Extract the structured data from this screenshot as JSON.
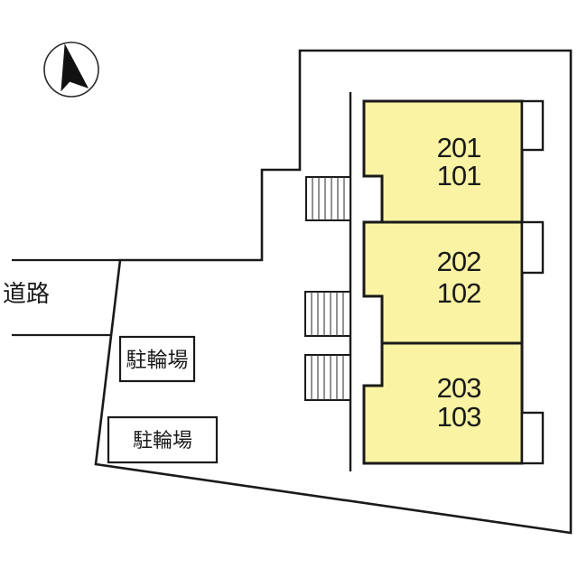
{
  "plan": {
    "kind_label": "site-plan",
    "colors": {
      "unit_fill": "#FAF3A3",
      "outline": "#1A1A1A",
      "background": "#FFFFFF"
    },
    "compass": {
      "icon": "north-arrow"
    },
    "road": {
      "label": "道路"
    },
    "bike_parking": {
      "box1_label": "駐輪場",
      "box2_label": "駐輪場"
    },
    "units": [
      {
        "upper": "201",
        "lower": "101"
      },
      {
        "upper": "202",
        "lower": "102"
      },
      {
        "upper": "203",
        "lower": "103"
      }
    ]
  }
}
